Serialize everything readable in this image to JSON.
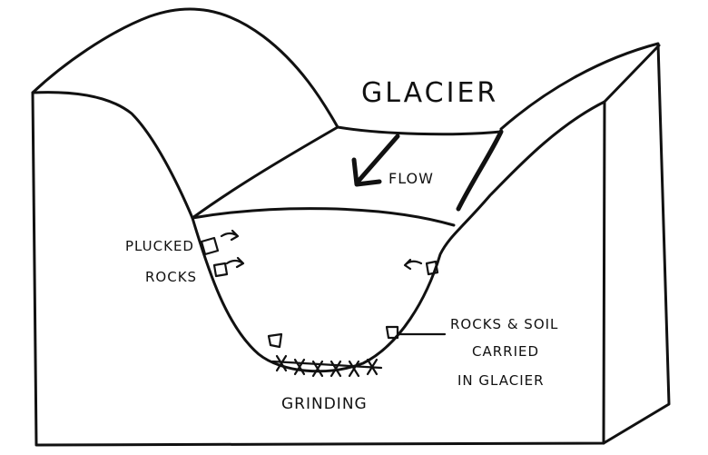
{
  "labels": {
    "glacier": "GLACIER",
    "flow": "FLOW",
    "plucked_line1": "PLUCKED",
    "plucked_line2": "ROCKS",
    "rocks_soil_line1": "ROCKS & SOIL",
    "rocks_soil_line2": "CARRIED",
    "rocks_soil_line3": "IN GLACIER",
    "grinding": "GRINDING"
  },
  "colors": {
    "ink": "#111111",
    "paper": "#ffffff"
  }
}
